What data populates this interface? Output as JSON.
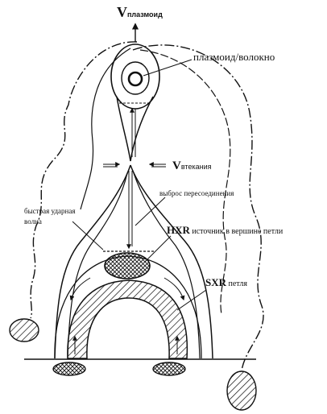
{
  "labels": {
    "v_plasmoid": {
      "symbol": "V",
      "subscript": "плазмоид"
    },
    "plasmoid": "плазмоид/волокно",
    "v_inflow": {
      "symbol": "V",
      "subscript": "втекания"
    },
    "reconnection_outflow": "выброс пересоединения",
    "fast_shock": [
      "быстрая ударная",
      "волна"
    ],
    "hxr_source": {
      "bold": "HXR",
      "rest": "источник в вершине петли"
    },
    "sxr_loop": {
      "bold": "SXR",
      "rest": "петля"
    }
  },
  "colors": {
    "ink": "#111111",
    "background": "#ffffff"
  }
}
